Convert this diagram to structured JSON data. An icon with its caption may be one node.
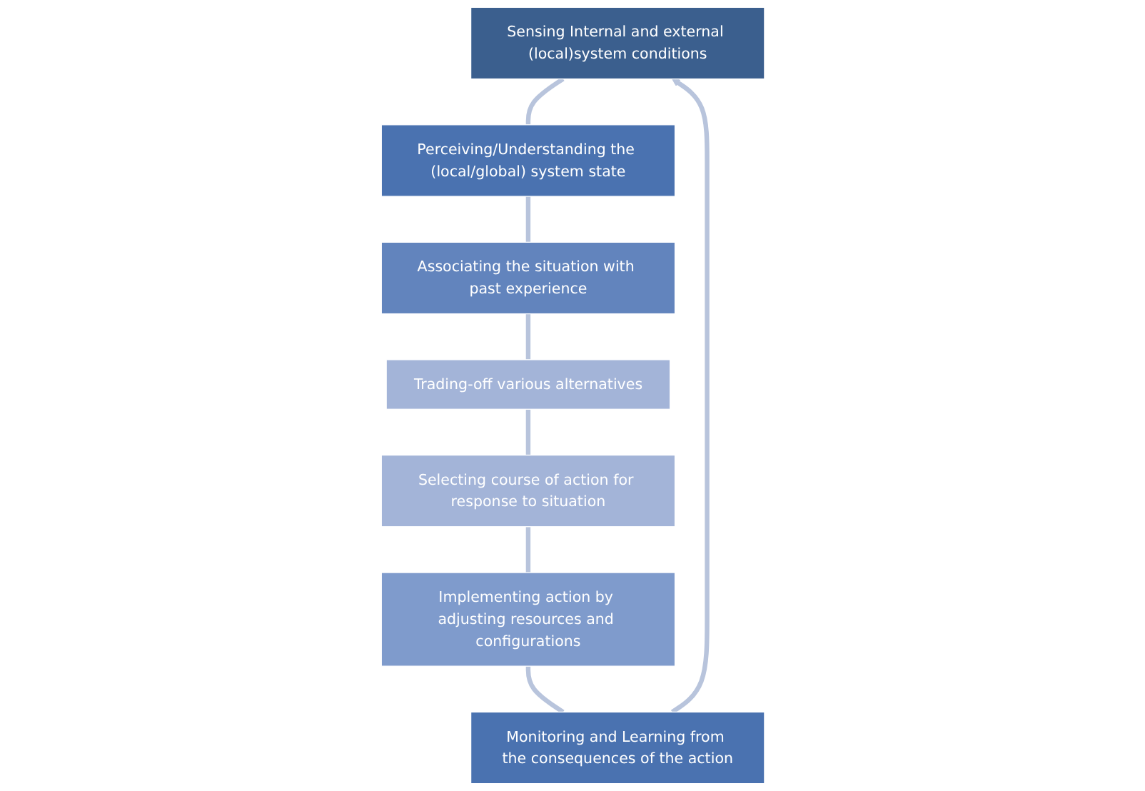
{
  "diagram": {
    "nodes": [
      {
        "text": [
          "Sensing Internal and external (local)system conditions"
        ]
      },
      {
        "text": [
          "Perceiving/Understanding the (local/global) system state"
        ]
      },
      {
        "text": [
          "Associating the situation with past experience"
        ]
      },
      {
        "text": [
          "Trading-off various alternatives"
        ]
      },
      {
        "text": [
          "Selecting course of action for response to situation"
        ]
      },
      {
        "text": [
          "Implementing action by adjusting resources and configurations"
        ]
      },
      {
        "text": [
          "Monitoring and Learning from the consequences of the action"
        ]
      }
    ],
    "edges": [
      {
        "from": 0,
        "to": 1,
        "arrow": "none"
      },
      {
        "from": 1,
        "to": 2,
        "arrow": "none"
      },
      {
        "from": 2,
        "to": 3,
        "arrow": "none"
      },
      {
        "from": 3,
        "to": 4,
        "arrow": "none"
      },
      {
        "from": 4,
        "to": 5,
        "arrow": "none"
      },
      {
        "from": 5,
        "to": 6,
        "arrow": "none"
      },
      {
        "from": 6,
        "to": 0,
        "arrow": "to"
      }
    ]
  }
}
